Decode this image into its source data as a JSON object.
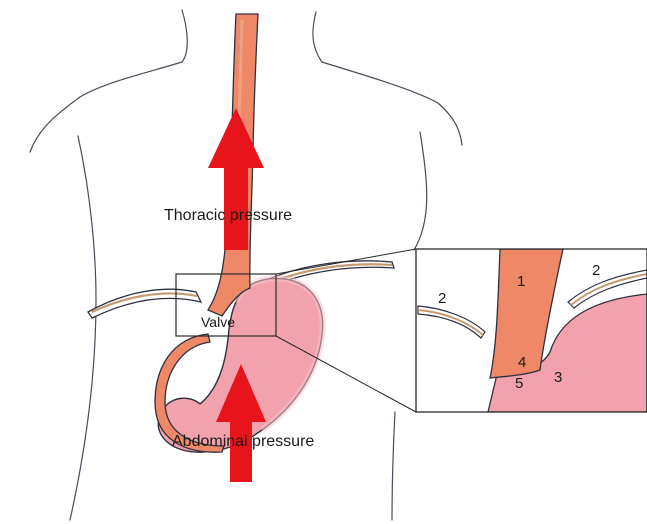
{
  "labels": {
    "thoracic": "Thoracic pressure",
    "abdominal": "Abdominal pressure",
    "valve": "Valve"
  },
  "inset_numbers": {
    "n1": "1",
    "n2_left": "2",
    "n2_right": "2",
    "n3": "3",
    "n4": "4",
    "n5": "5"
  },
  "colors": {
    "esophagus": "#ee8866",
    "stomach": "#f2a2ad",
    "arrow": "#e8141c",
    "outline": "#3a3a48",
    "diaphragm_core": "#c59a72"
  }
}
